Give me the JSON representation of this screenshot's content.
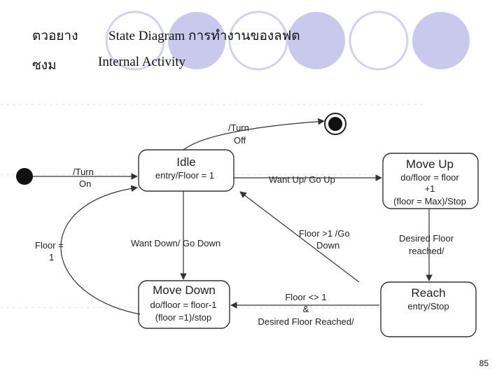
{
  "header": {
    "label_1": "ตวอยาง",
    "title": "State Diagram การทำงานของลฟต",
    "label_2": "ซงม",
    "subtitle": "Internal Activity"
  },
  "diagram": {
    "states": {
      "idle": {
        "name": "Idle",
        "activities": [
          "entry/Floor = 1"
        ]
      },
      "move_up": {
        "name": "Move Up",
        "activities": [
          "do/floor = floor",
          "+1",
          "(floor = Max)/Stop"
        ]
      },
      "move_down": {
        "name": "Move Down",
        "activities": [
          "do/floor = floor-1",
          "(floor =1)/stop"
        ]
      },
      "reach": {
        "name": "Reach",
        "activities": [
          "entry/Stop"
        ]
      }
    },
    "transitions": {
      "turn_on": [
        "/Turn",
        "On"
      ],
      "turn_off": [
        "/Turn",
        "Off"
      ],
      "want_up": [
        "Want Up/ Go Up"
      ],
      "want_down": [
        "Want Down/ Go Down"
      ],
      "floor_eq_1": [
        "Floor =",
        "1"
      ],
      "floor_gt_1": [
        "Floor >1 /Go",
        "Down"
      ],
      "desired_reached": [
        "Desired Floor",
        "reached/"
      ],
      "floor_ne_1": [
        "Floor <> 1",
        "&",
        "Desired Floor Reached/"
      ]
    }
  },
  "colors": {
    "accent_circle": "#c9c9ee",
    "line": "#333333"
  },
  "page_number": "85"
}
